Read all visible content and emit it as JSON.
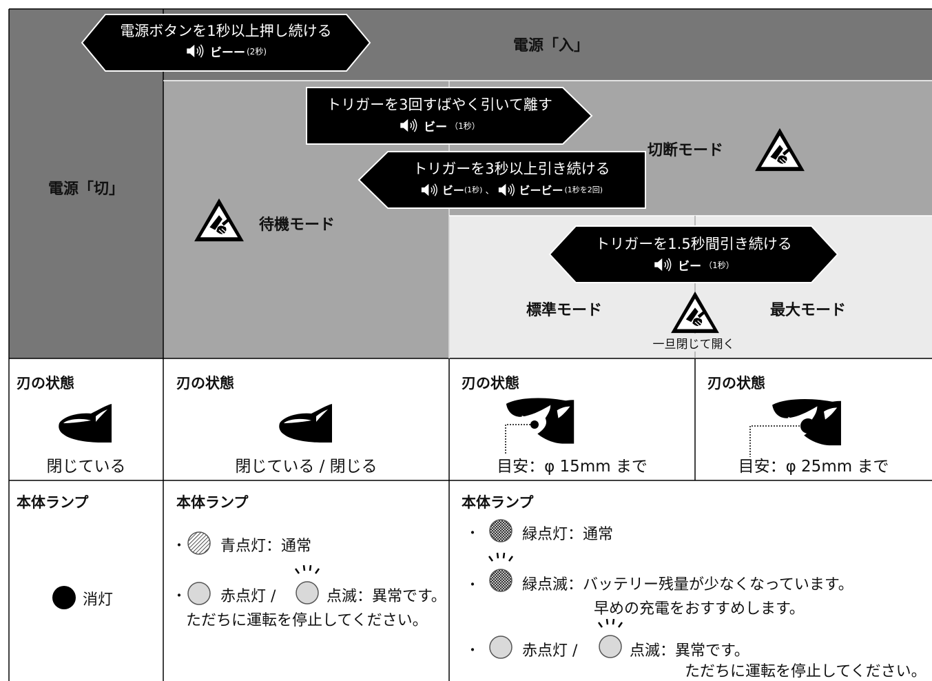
{
  "power_off": {
    "label": "電源「切」"
  },
  "power_on": {
    "label": "電源「入」"
  },
  "standby": {
    "label": "待機モード"
  },
  "cut": {
    "label": "切断モード"
  },
  "standard": {
    "label": "標準モード"
  },
  "max": {
    "label": "最大モード"
  },
  "std_max_note": "一旦閉じて開く",
  "arrows": {
    "power_btn": {
      "line1": "電源ボタンを1秒以上押し続ける",
      "beep": "ビーー",
      "note": "(2秒)"
    },
    "trigger3": {
      "line1": "トリガーを3回すばやく引いて離す",
      "beep": "ビー",
      "note": "（1秒）"
    },
    "trigger3s": {
      "line1": "トリガーを3秒以上引き続ける",
      "beep1": "ビー",
      "note1": "(1秒)",
      "sep": "、",
      "beep2": "ビービー",
      "note2": "(1秒を2回)"
    },
    "trigger15": {
      "line1": "トリガーを1.5秒間引き続ける",
      "beep": "ビー",
      "note": "（1秒）"
    }
  },
  "blade": {
    "heading": "刃の状態",
    "col1": "閉じている",
    "col2": "閉じている / 閉じる",
    "col3": "目安：φ 15mm まで",
    "col4": "目安：φ 25mm まで"
  },
  "lamp": {
    "heading": "本体ランプ",
    "col1": "消灯",
    "col2_item1": "青点灯：通常",
    "col2_item2a": "赤点灯 /",
    "col2_item2b": "点滅：異常です。",
    "col2_item2c": "ただちに運転を停止してください。",
    "col3_item1": "緑点灯：通常",
    "col3_item2a": "緑点滅：バッテリー残量が少なくなっています。",
    "col3_item2b": "早めの充電をおすすめします。",
    "col3_item3a": "赤点灯 /",
    "col3_item3b": "点滅：異常です。",
    "col3_item3c": "ただちに運転を停止してください。",
    "bullet": "・"
  },
  "colors": {
    "dark_gray": "#777777",
    "mid_gray": "#a6a6a6",
    "light_gray": "#ebebeb",
    "black": "#000000"
  }
}
